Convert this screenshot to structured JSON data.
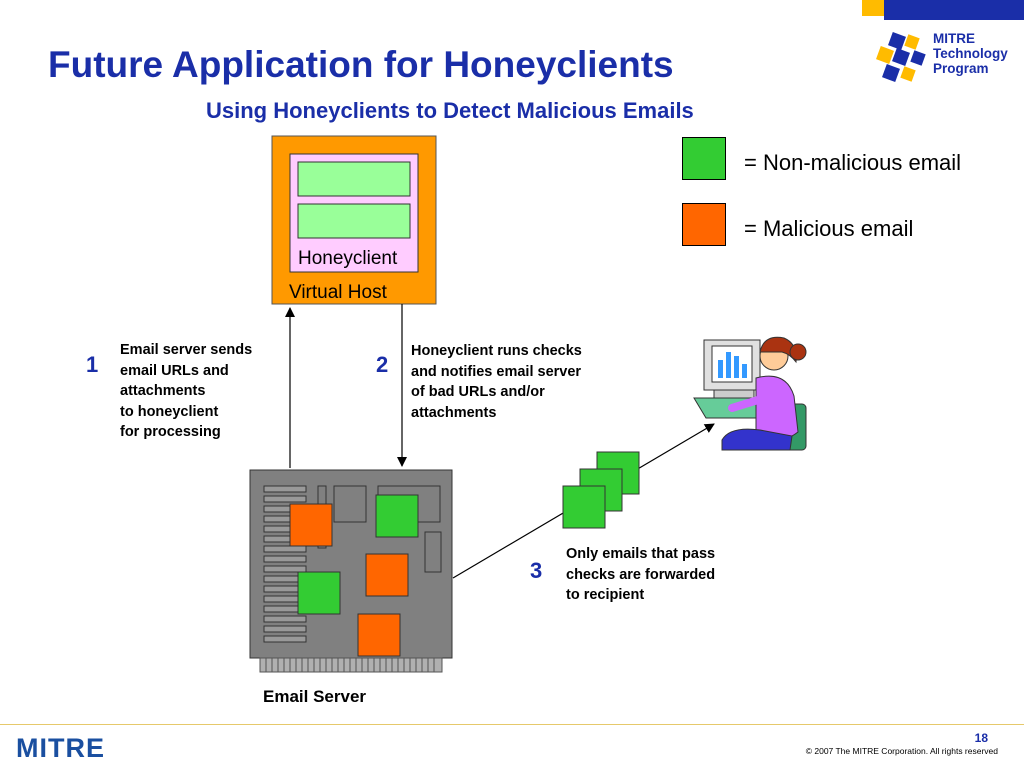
{
  "header": {
    "title": "Future Application for Honeyclients",
    "subtitle": "Using Honeyclients to Detect Malicious Emails"
  },
  "branding": {
    "program_logo_text": "MITRE\nTechnology\nProgram",
    "footer_logo_text": "MITRE",
    "page_number": "18",
    "copyright": "© 2007 The MITRE Corporation. All rights reserved"
  },
  "legend": [
    {
      "label": "= Non-malicious email",
      "color": "#33cc33"
    },
    {
      "label": "= Malicious email",
      "color": "#ff6600"
    }
  ],
  "diagram": {
    "virtual_host_label": "Virtual Host",
    "honeyclient_label": "Honeyclient",
    "email_server_label": "Email Server",
    "steps": [
      {
        "number": "1",
        "text": "Email server sends\nemail URLs and\nattachments\nto honeyclient\nfor processing"
      },
      {
        "number": "2",
        "text": "Honeyclient runs checks\nand notifies email server\nof bad URLs and/or\nattachments"
      },
      {
        "number": "3",
        "text": "Only emails that pass\nchecks are forwarded\nto recipient"
      }
    ]
  },
  "colors": {
    "title_blue": "#1a2ea8",
    "virtual_host_orange": "#ff9900",
    "honeyclient_pink": "#ffccff",
    "email_green": "#33cc33",
    "email_orange": "#ff6600",
    "light_green": "#99ff99",
    "server_gray": "#808080"
  },
  "icons": [
    "mitre-technology-program-logo",
    "computer-user-icon",
    "email-server-icon",
    "mitre-logo"
  ]
}
